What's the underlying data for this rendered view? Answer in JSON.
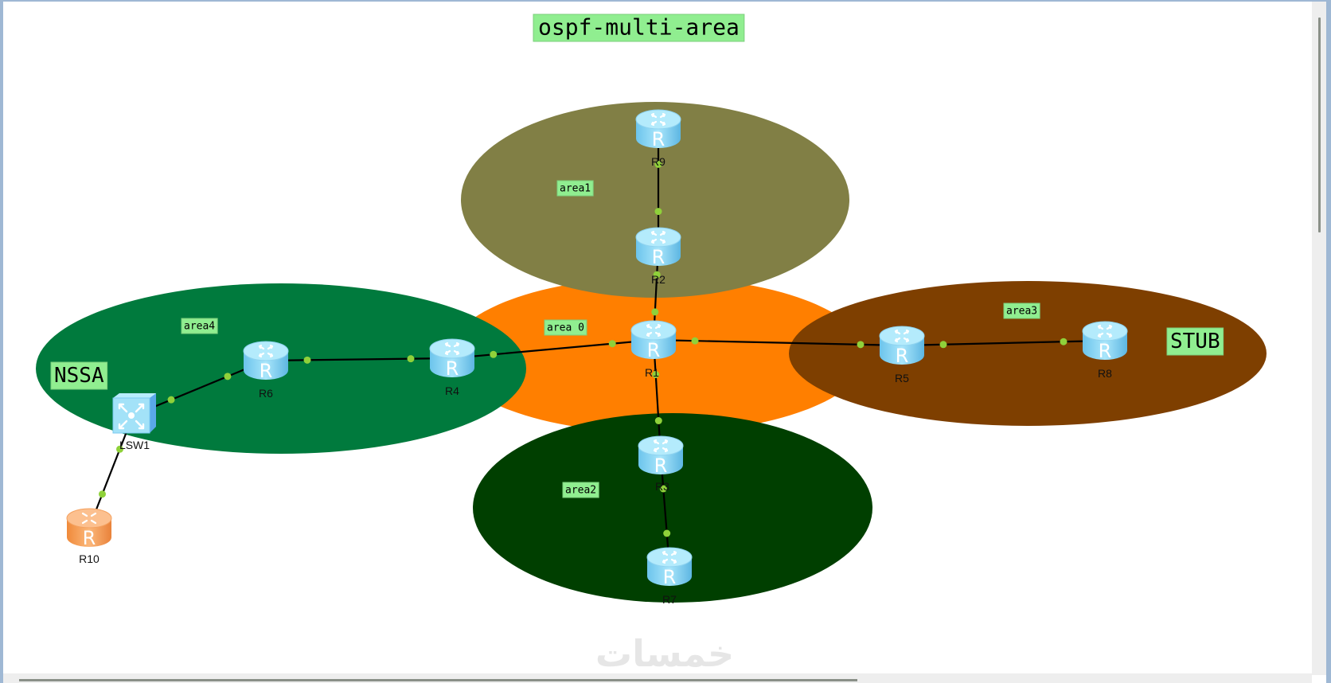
{
  "title": "ospf-multi-area",
  "areas": [
    {
      "id": "area1",
      "label": "area1",
      "color": "#817f45"
    },
    {
      "id": "area0",
      "label": "area 0",
      "color": "#ff7f00"
    },
    {
      "id": "area4",
      "label": "area4",
      "color": "#007a3d",
      "type_label": "NSSA"
    },
    {
      "id": "area3",
      "label": "area3",
      "color": "#7e3f00",
      "type_label": "STUB"
    },
    {
      "id": "area2",
      "label": "area2",
      "color": "#003f00"
    }
  ],
  "devices": [
    {
      "id": "R9",
      "label": "R9",
      "kind": "router"
    },
    {
      "id": "R2",
      "label": "R2",
      "kind": "router"
    },
    {
      "id": "R1",
      "label": "R1",
      "kind": "router"
    },
    {
      "id": "R5",
      "label": "R5",
      "kind": "router"
    },
    {
      "id": "R8",
      "label": "R8",
      "kind": "router"
    },
    {
      "id": "R4",
      "label": "R4",
      "kind": "router"
    },
    {
      "id": "R6",
      "label": "R6",
      "kind": "router"
    },
    {
      "id": "LSW1",
      "label": "LSW1",
      "kind": "switch"
    },
    {
      "id": "R10",
      "label": "R10",
      "kind": "router-offline"
    },
    {
      "id": "R3",
      "label": "R3",
      "kind": "router"
    },
    {
      "id": "R7",
      "label": "R7",
      "kind": "router"
    }
  ],
  "links": [
    [
      "R9",
      "R2"
    ],
    [
      "R2",
      "R1"
    ],
    [
      "R1",
      "R5"
    ],
    [
      "R5",
      "R8"
    ],
    [
      "R1",
      "R4"
    ],
    [
      "R4",
      "R6"
    ],
    [
      "R6",
      "LSW1"
    ],
    [
      "LSW1",
      "R10"
    ],
    [
      "R1",
      "R3"
    ],
    [
      "R3",
      "R7"
    ]
  ],
  "colors": {
    "label_bg": "#90ee90",
    "port_dot": "#8fd13a",
    "router_body": "#8fd8f4",
    "router_offline": "#f7a35c"
  },
  "watermark": "خمسات"
}
